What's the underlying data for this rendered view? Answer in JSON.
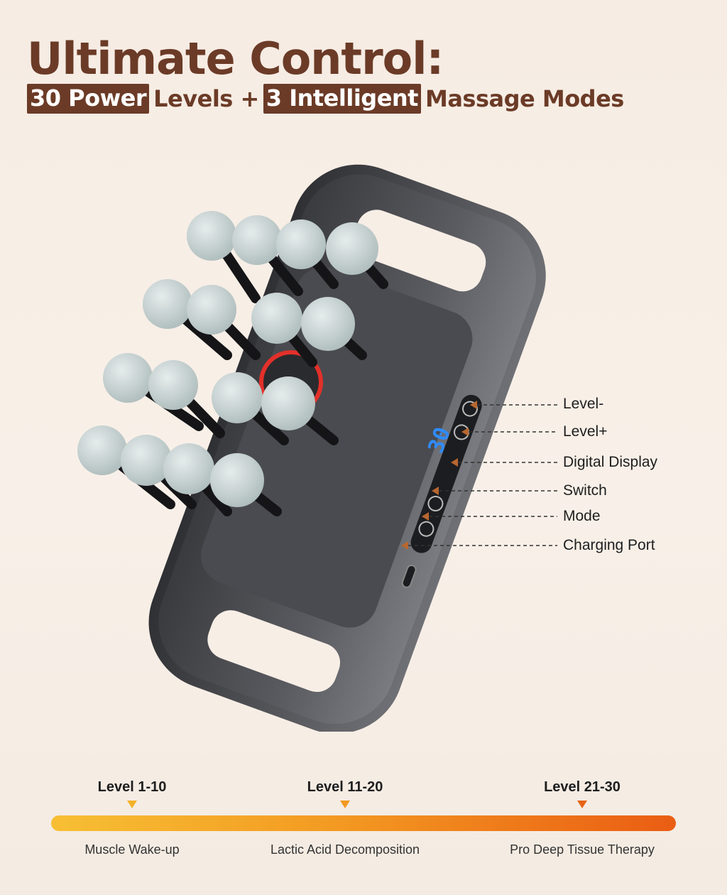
{
  "title": "Ultimate Control:",
  "subtitle": {
    "highlight1": "30 Power",
    "text1": "Levels +",
    "highlight2": "3 Intelligent",
    "text2": "Massage Modes"
  },
  "display_value": "30",
  "callouts": {
    "level_minus": "Level-",
    "level_plus": "Level+",
    "digital_display": "Digital Display",
    "switch": "Switch",
    "mode": "Mode",
    "charging_port": "Charging Port"
  },
  "levels": [
    {
      "label": "Level 1-10",
      "description": "Muscle Wake-up"
    },
    {
      "label": "Level 11-20",
      "description": "Lactic Acid Decomposition"
    },
    {
      "label": "Level 21-30",
      "description": "Pro Deep Tissue Therapy"
    }
  ],
  "colors": {
    "brand_brown": "#6b3b27",
    "bar_start": "#f7bf34",
    "bar_end": "#ea5d13",
    "display_blue": "#2f8cff"
  }
}
